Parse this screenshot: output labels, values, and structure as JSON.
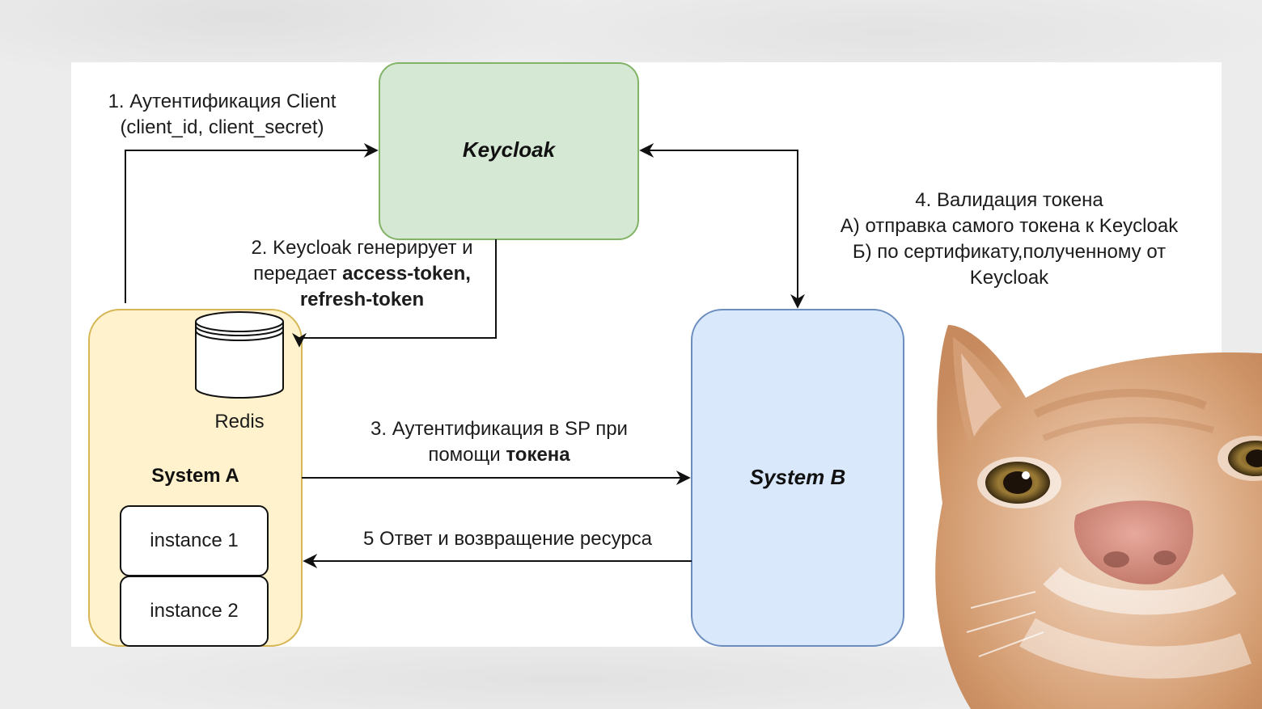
{
  "nodes": {
    "keycloak": "Keycloak",
    "system_a": "System A",
    "system_b": "System B",
    "redis": "Redis",
    "instance_1": "instance 1",
    "instance_2": "instance 2"
  },
  "edges": {
    "step1_line1": "1. Аутентификация Client",
    "step1_line2": "(client_id, client_secret)",
    "step2_line1": "2. Keycloak генерирует и",
    "step2_line2_pre": "передает ",
    "step2_line2_bold": "access-token,",
    "step2_line3_bold": "refresh-token",
    "step3_line1": "3. Аутентификация в SP при",
    "step3_line2_pre": "помощи ",
    "step3_line2_bold": "токена",
    "step4_line1": "4. Валидация токена",
    "step4_line2": "А) отправка самого токена к Keycloak",
    "step4_line3": "Б) по сертификату,полученному от",
    "step4_line4": "Keycloak",
    "step5": "5 Ответ и возвращение ресурса"
  },
  "colors": {
    "keycloak_fill": "#d5e8d4",
    "keycloak_stroke": "#82b366",
    "system_a_fill": "#fff2cc",
    "system_a_stroke": "#d6b656",
    "system_b_fill": "#dae8fc",
    "system_b_stroke": "#6c8ebf"
  }
}
